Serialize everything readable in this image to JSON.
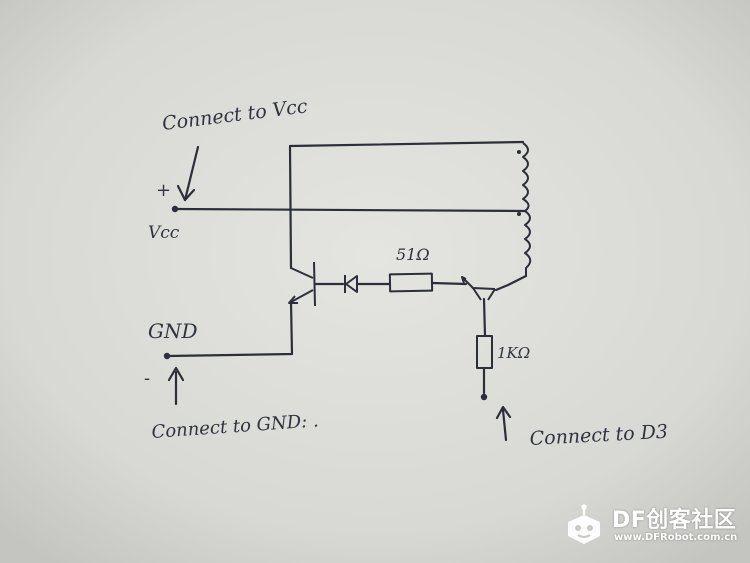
{
  "labels": {
    "connect_vcc": "Connect to Vcc",
    "plus": "+",
    "vcc": "Vcc",
    "gnd": "GND",
    "minus": "-",
    "connect_gnd": "Connect to GND: .",
    "r1": "51Ω",
    "r2": "1KΩ",
    "connect_d3": "Connect to D3"
  },
  "watermark": {
    "brand": "DF创客社区",
    "url": "www.DFRobot.com.cn"
  },
  "colors": {
    "paper": "#d9d9d5",
    "ink": "#2c2f3a",
    "watermark": "#ffffff"
  }
}
